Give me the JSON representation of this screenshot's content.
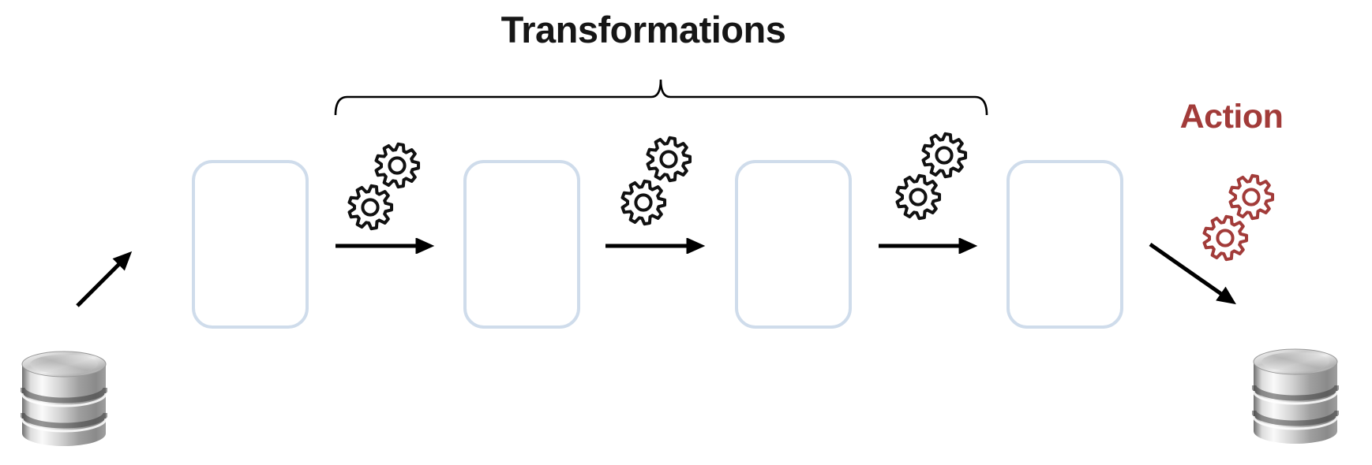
{
  "header": {
    "title": "Transformations",
    "action_label": "Action"
  },
  "colors": {
    "title_text": "#161616",
    "action_red": "#A23B39",
    "box_border": "#CFDCEB",
    "arrow_black": "#000000",
    "gear_outline_black": "#111111"
  },
  "flow": {
    "source_icon": "database-icon",
    "sink_icon": "database-icon",
    "empty_box_count": 4,
    "transformation_gear_pairs": 3,
    "action_gear_pairs": 1,
    "brace": "curly-brace-over-transformation-steps"
  }
}
